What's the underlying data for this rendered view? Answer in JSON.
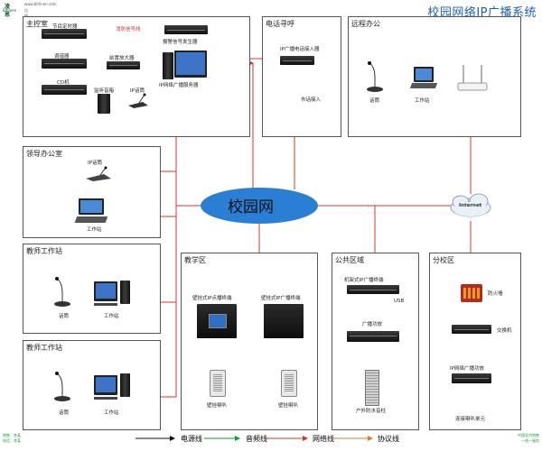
{
  "header": {
    "title": "校园网络IP广播系统",
    "logo_cn": "凌恩",
    "logo_en": "Bitlinen",
    "logo_url": "www.bitlinen.com",
    "logo_company": "比特凌恩公司"
  },
  "network": {
    "label": "校园网",
    "internet_label": "Internet"
  },
  "sections": {
    "control": "主控室",
    "phone": "电话寻呼",
    "remote": "远程办公",
    "leader": "领导办公室",
    "teacher1": "教师工作站",
    "teacher2": "教师工作站",
    "teaching": "教学区",
    "public": "公共区域",
    "branch": "分校区"
  },
  "labels": {
    "timer": "节目定时器",
    "tuner": "调谐器",
    "cd": "CD机",
    "fire_signal": "消防信号线",
    "alarm": "报警信号发生器",
    "amp": "前置放大器",
    "server": "IP网络广播服务器",
    "monitor_spk": "监听音箱",
    "ip_mic_ctrl": "IP话筒",
    "phone_access": "IP广播电话接入器",
    "phone_in": "市话接入",
    "remote_mic": "话筒",
    "remote_ws": "工作站",
    "leader_mic": "IP话筒",
    "leader_ws": "工作站",
    "t1_mic": "话筒",
    "t1_ws": "工作站",
    "t2_mic": "话筒",
    "t2_ws": "工作站",
    "wall_term1": "壁挂式IP点播终端",
    "wall_term2": "壁挂式IP广播终端",
    "wall_spk1": "壁挂喇叭",
    "wall_spk2": "壁挂喇叭",
    "rack_term": "机架式IP广播终端",
    "usb": "USB",
    "pub_amp": "广播功放",
    "column_spk": "户外防水音柱",
    "firewall": "防火墙",
    "switch": "交换机",
    "ip_amp": "IP网络广播功放",
    "spk_unit": "连接喇叭单元"
  },
  "legend": {
    "power": "电源线",
    "audio": "音频线",
    "network": "网络线",
    "protocol": "协议线"
  },
  "corners": {
    "bottom_left": "销售：李某\n电话：李某",
    "bottom_right": "中国北京销售\n一线一服务"
  },
  "colors": {
    "network_line": "#d9342b",
    "audio_line": "#1a9a3a",
    "power_line": "#111111",
    "protocol_line": "#e07a30",
    "campus_cloud": "#2a7fd4",
    "title": "#1c5fb3"
  }
}
